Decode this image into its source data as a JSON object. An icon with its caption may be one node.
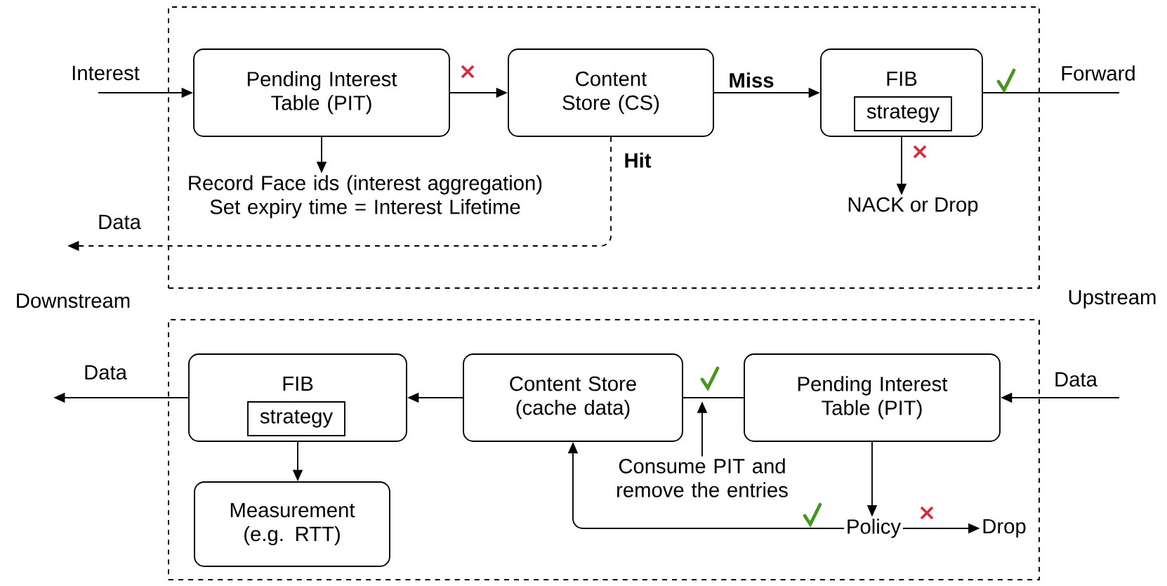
{
  "diagram": {
    "nodes": [
      {
        "text": [],
        "shape": "box"
      },
      {
        "text": [
          "Pending Interest Table (PIT)"
        ],
        "in": 0
      },
      {
        "text": [
          "Content Store (CS)"
        ],
        "in": 0
      },
      {
        "text": [
          "FIB"
        ],
        "in": 0
      },
      {
        "text": [
          "strategy"
        ],
        "in": 3
      },
      {
        "text": [
          "Record Face ids (interest aggregation) Set expiry time = Interest Lifetime"
        ],
        "in": 0
      },
      {
        "text": [
          "NACK or Drop"
        ],
        "in": 0
      },
      {
        "text": [],
        "shape": "box"
      },
      {
        "text": [
          "FIB"
        ],
        "in": 7
      },
      {
        "text": [
          "strategy"
        ],
        "in": 8
      },
      {
        "text": [
          "Content Store (cache data)"
        ],
        "in": 7
      },
      {
        "text": [
          "Pending Interest Table (PIT)"
        ],
        "in": 7
      },
      {
        "text": [
          "Measurement (e.g. RTT)"
        ],
        "in": 7
      },
      {
        "text": [
          "Consume PIT and remove the entries"
        ],
        "in": 7
      },
      {
        "text": [
          "Policy"
        ],
        "in": 7
      },
      {
        "text": [
          "Drop"
        ],
        "in": 7
      }
    ],
    "edges": [
      {
        "from": null,
        "to": 1,
        "arrow": "to",
        "label": "Interest"
      },
      {
        "from": 1,
        "to": 2,
        "arrow": "to"
      },
      {
        "from": 2,
        "to": 3,
        "arrow": "to",
        "label": "Miss"
      },
      {
        "from": 3,
        "to": null,
        "arrow": "none",
        "label": "Forward"
      },
      {
        "from": 1,
        "to": 5,
        "arrow": "to"
      },
      {
        "from": 3,
        "to": 6,
        "arrow": "to"
      },
      {
        "from": 2,
        "to": null,
        "arrow": "to",
        "label": "Hit",
        "style": "dashed"
      },
      {
        "from": null,
        "to": 11,
        "arrow": "to",
        "label": "Data"
      },
      {
        "from": 11,
        "to": 10,
        "arrow": "none"
      },
      {
        "from": 10,
        "to": 8,
        "arrow": "to"
      },
      {
        "from": 8,
        "to": null,
        "arrow": "to",
        "label": "Data"
      },
      {
        "from": 8,
        "to": 12,
        "arrow": "to"
      },
      {
        "from": 13,
        "to": 10,
        "arrow": "to"
      },
      {
        "from": 11,
        "to": 14,
        "arrow": "to"
      },
      {
        "from": 14,
        "to": 10,
        "arrow": "to"
      },
      {
        "from": 14,
        "to": 15,
        "arrow": "to"
      }
    ],
    "labels": [
      "Data",
      "Downstream",
      "Upstream"
    ]
  }
}
